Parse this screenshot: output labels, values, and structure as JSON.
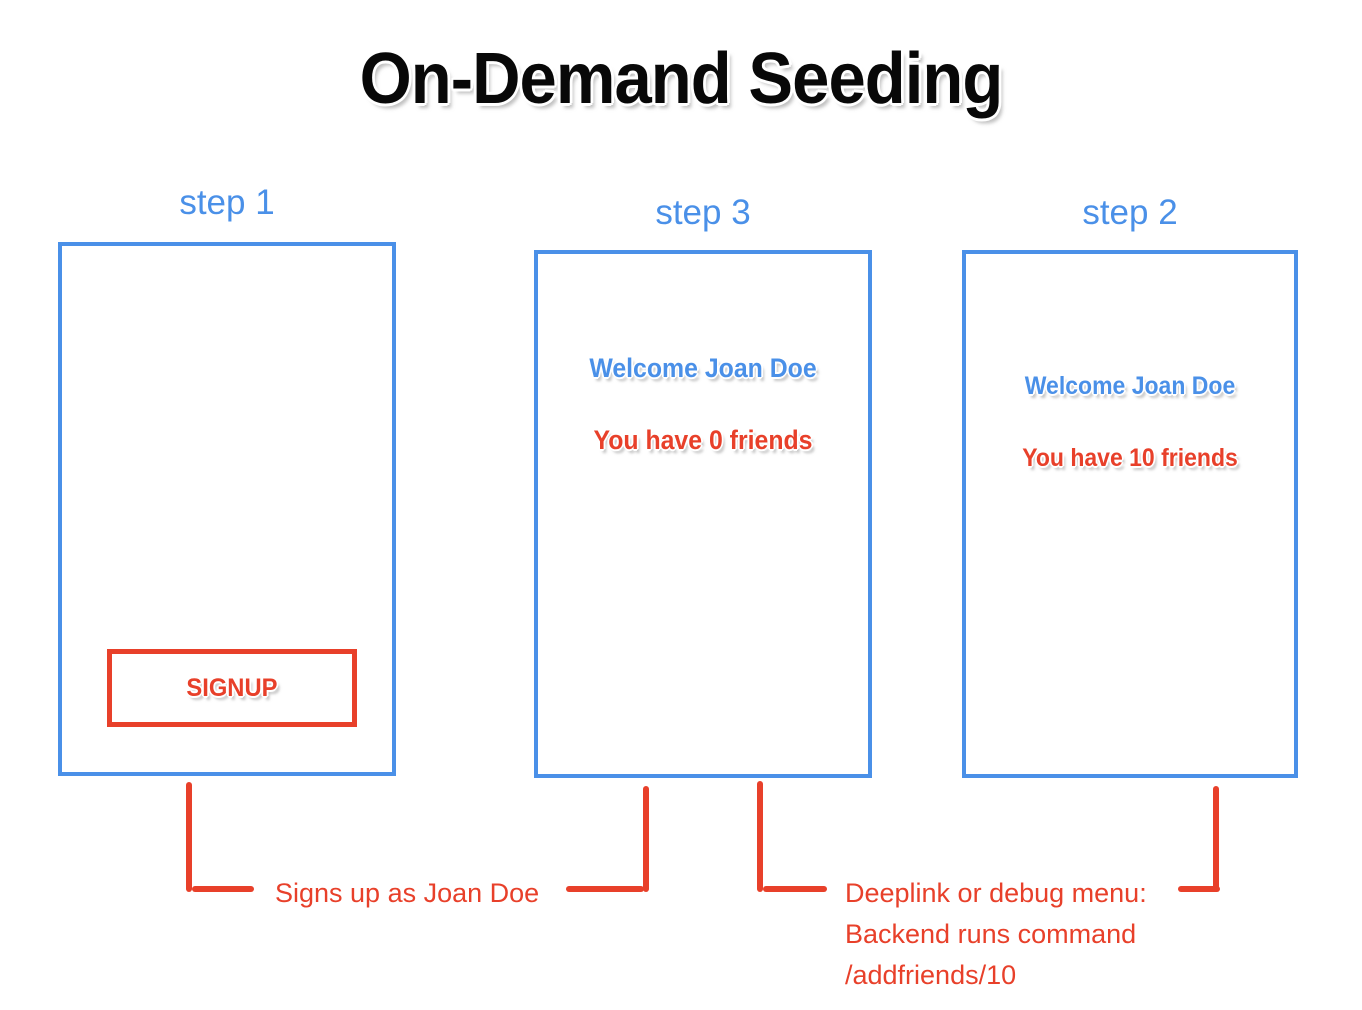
{
  "page": {
    "title": "On-Demand Seeding",
    "background_color": "#ffffff",
    "accent_blue": "#4a90e8",
    "accent_red": "#e8402a",
    "title_color": "#080808"
  },
  "steps": [
    {
      "label": "step 1"
    },
    {
      "label": "step 3"
    },
    {
      "label": "step 2"
    }
  ],
  "panels": {
    "step1": {
      "caption": "step 1",
      "signup_label": "SIGNUP"
    },
    "step3": {
      "caption": "step 3",
      "welcome_line": "Welcome Joan Doe",
      "friends_line": "You have 0 friends",
      "friend_count": 0
    },
    "step2": {
      "caption": "step 2",
      "welcome_line": "Welcome Joan Doe",
      "friends_line": "You have 10 friends",
      "friend_count": 10
    }
  },
  "annotations": {
    "signup_flow": "Signs up as Joan Doe",
    "seed_flow": {
      "line1": "Deeplink or debug menu:",
      "line2": "Backend runs command",
      "line3": "/addfriends/10"
    }
  }
}
